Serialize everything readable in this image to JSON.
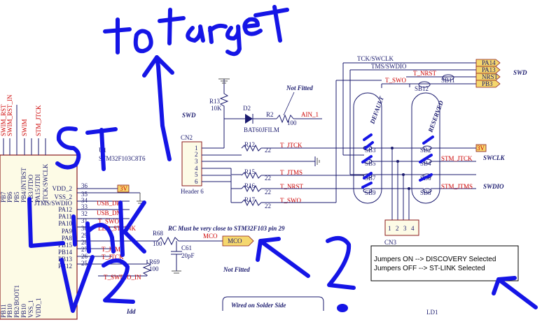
{
  "colors": {
    "background": "#ffffff",
    "wire": "#1a1a6e",
    "net_label": "#cc0000",
    "power_flag": "#f5d76e",
    "handwriting": "#1515e6"
  },
  "handwritten": {
    "top_note": "to target",
    "st_note": "ST",
    "link_note": "Link",
    "v2_note": "V2",
    "number_note": "2"
  },
  "mcu": {
    "ref": "U1",
    "part": "STM32F103C8T6",
    "left_pins": [
      "VDD_2",
      "VSS_2",
      "JTMS/SWDIO",
      "PA12",
      "PA11",
      "PA10",
      "PA9",
      "PA8",
      "PB15",
      "PB14",
      "PB13",
      "PB12"
    ],
    "top_pins": [
      "PB7",
      "PB6",
      "PB5",
      "PB4/JNTRST",
      "PB3/JTDO",
      "PA15/JTDI",
      "JTCK/SWCLK"
    ],
    "bottom_pins": [
      "PB11",
      "PB10",
      "PB2/BOOT1",
      "PB10",
      "VSS_1",
      "VDD_1"
    ],
    "top_nets": [
      "SWIM_RST",
      "SWIM_RST_IN",
      "SWIM",
      "STM_JTCK"
    ],
    "pin_numbers": [
      "36",
      "35",
      "34",
      "33",
      "32",
      "31",
      "30",
      "29",
      "28",
      "27",
      "26",
      "25"
    ],
    "right_nets": [
      "3V",
      "USB_DP",
      "USB_DM",
      "T_SWO",
      "LED_STLINK",
      "T_JTMS",
      "T_JTCK",
      "T_SWDIO_IN"
    ]
  },
  "components": {
    "r13": {
      "ref": "R13",
      "value": "10K"
    },
    "d2": {
      "ref": "D2",
      "value": "BAT60JFILM"
    },
    "r2": {
      "ref": "R2",
      "value": "100"
    },
    "ain": "AIN_1",
    "not_fitted_1": "Not Fitted",
    "not_fitted_2": "Not Fitted",
    "swd_label_left": "SWD",
    "cn2": {
      "ref": "CN2",
      "value": "Header 6",
      "pins": [
        "1",
        "2",
        "3",
        "4",
        "5",
        "6"
      ]
    },
    "r12": {
      "ref": "R12",
      "value": "22"
    },
    "r15": {
      "ref": "R15",
      "value": "22"
    },
    "r16": {
      "ref": "R16",
      "value": "22"
    },
    "r17": {
      "ref": "R17",
      "value": "22"
    },
    "r68": {
      "ref": "R68",
      "value": "100"
    },
    "r69": {
      "ref": "R69",
      "value": "100"
    },
    "c61": {
      "ref": "C61",
      "value": "20pF"
    },
    "mco": "MCO",
    "rc_note": "RC Must be very close to STM32F103 pin 29",
    "idd": "Idd",
    "wired_note": "Wired on Solder Side",
    "ld1": "LD1",
    "cn3": "CN3",
    "cn3_pins": [
      "1",
      "2",
      "3",
      "4"
    ]
  },
  "target_nets": [
    "T_JTCK",
    "T_JTMS",
    "T_NRST",
    "T_SWO"
  ],
  "top_bus": [
    "TCK/SWCLK",
    "TMS/SWDIO",
    "T_NRST",
    "T_SWO"
  ],
  "swd_flags": [
    "PA14",
    "PA13",
    "NRST",
    "PB3"
  ],
  "swd_title": "SWD",
  "sb_bridges": [
    "SB11",
    "SB12"
  ],
  "default_label": "DEFAULT",
  "reserved_label": "RESERVED",
  "sb_left": [
    "SB3",
    "SB5",
    "SB7",
    "SB9"
  ],
  "sb_right": [
    "SB2",
    "SB4",
    "SB6",
    "SB8"
  ],
  "right_nets": {
    "v3": "3V",
    "jtck": "STM_JTCK",
    "jtms": "STM_JTMS"
  },
  "swclk": "SWCLK",
  "swdio": "SWDIO",
  "jumpers_on": "Jumpers ON  --> DISCOVERY Selected",
  "jumpers_off": "Jumpers OFF --> ST-LINK Selected"
}
